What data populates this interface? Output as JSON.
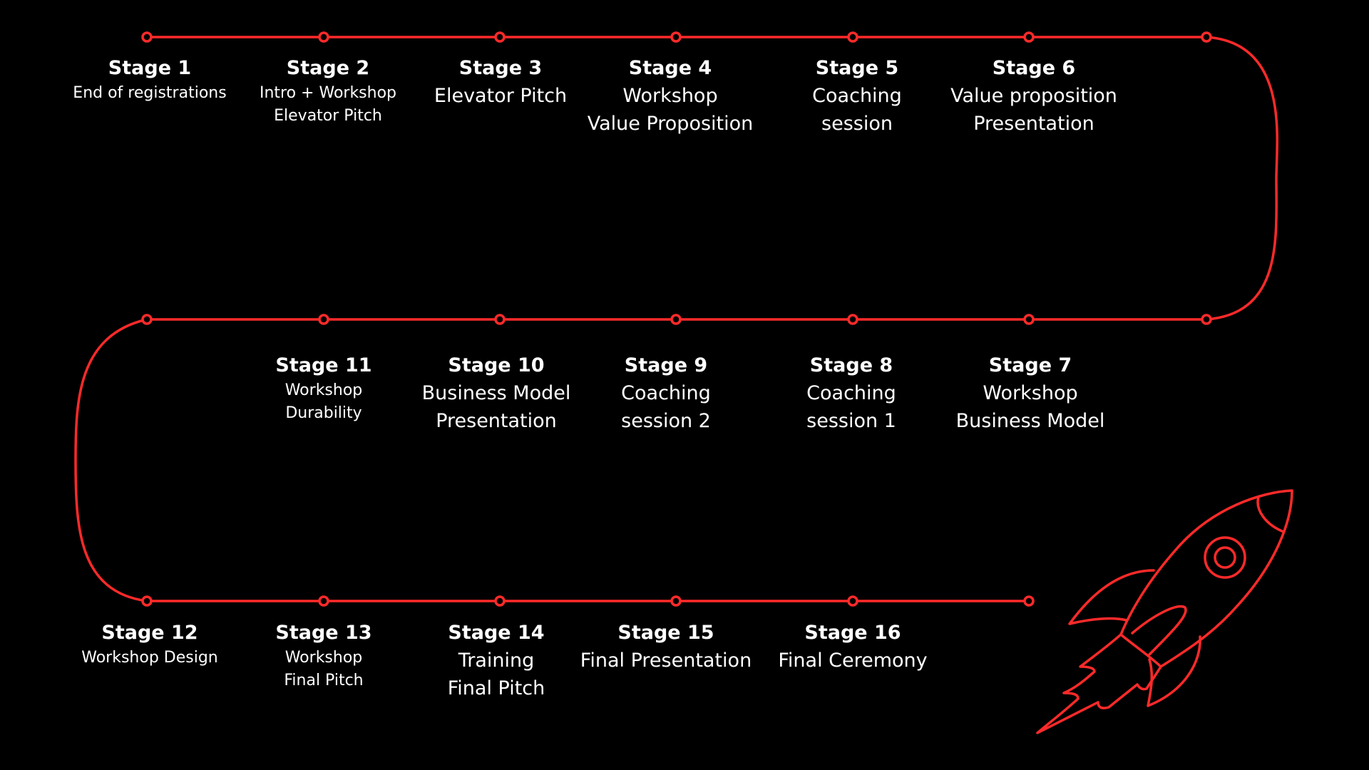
{
  "colors": {
    "background": "#000000",
    "accent": "#ff2a2a",
    "text": "#ffffff"
  },
  "rocket": {
    "icon": "rocket-icon"
  },
  "stages": [
    {
      "title": "Stage 1",
      "lines": [
        "End of registrations"
      ]
    },
    {
      "title": "Stage 2",
      "lines": [
        "Intro + Workshop",
        "Elevator Pitch"
      ]
    },
    {
      "title": "Stage 3",
      "lines": [
        "Elevator Pitch"
      ]
    },
    {
      "title": "Stage 4",
      "lines": [
        "Workshop",
        "Value Proposition"
      ]
    },
    {
      "title": "Stage 5",
      "lines": [
        "Coaching",
        "session"
      ]
    },
    {
      "title": "Stage 6",
      "lines": [
        "Value proposition",
        "Presentation"
      ]
    },
    {
      "title": "Stage 7",
      "lines": [
        "Workshop",
        "Business Model"
      ]
    },
    {
      "title": "Stage 8",
      "lines": [
        "Coaching",
        "session 1"
      ]
    },
    {
      "title": "Stage 9",
      "lines": [
        "Coaching",
        "session 2"
      ]
    },
    {
      "title": "Stage 10",
      "lines": [
        "Business Model",
        "Presentation"
      ]
    },
    {
      "title": "Stage 11",
      "lines": [
        "Workshop",
        "Durability"
      ]
    },
    {
      "title": "Stage 12",
      "lines": [
        "Workshop Design"
      ]
    },
    {
      "title": "Stage 13",
      "lines": [
        "Workshop",
        "Final Pitch"
      ]
    },
    {
      "title": "Stage 14",
      "lines": [
        "Training",
        "Final Pitch"
      ]
    },
    {
      "title": "Stage 15",
      "lines": [
        "Final Presentation"
      ]
    },
    {
      "title": "Stage 16",
      "lines": [
        "Final Ceremony"
      ]
    }
  ]
}
